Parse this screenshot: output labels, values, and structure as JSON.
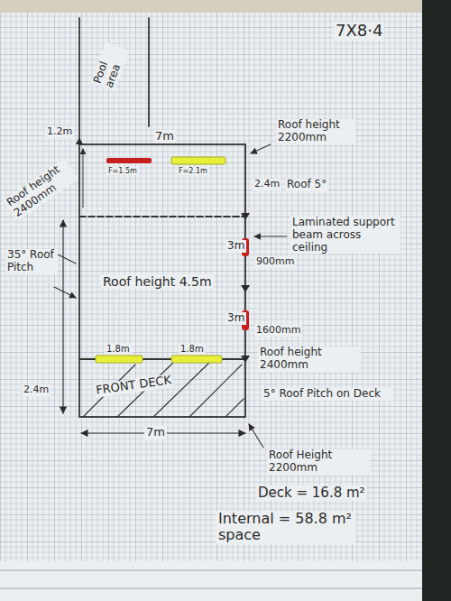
{
  "diagram": {
    "labels": [
      "7X8·4",
      "Pool area",
      "1.2m",
      "7m",
      "F=1.5m",
      "F=2.1m",
      "Roof height 2200mm",
      "2.4m",
      "Roof 5°",
      "Roof height 2400mm",
      "Laminated support beam across ceiling",
      "3m",
      "900mm",
      "35° Roof Pitch",
      "Roof height 4.5m",
      "3m",
      "1600mm",
      "1.8m",
      "1.8m",
      "Roof height 2400mm",
      "2.4m",
      "FRONT DECK",
      "5° Roof Pitch on Deck",
      "7m",
      "Roof Height 2200mm",
      "Deck = 16.8 m²",
      "Internal = 58.8 m² space"
    ]
  }
}
